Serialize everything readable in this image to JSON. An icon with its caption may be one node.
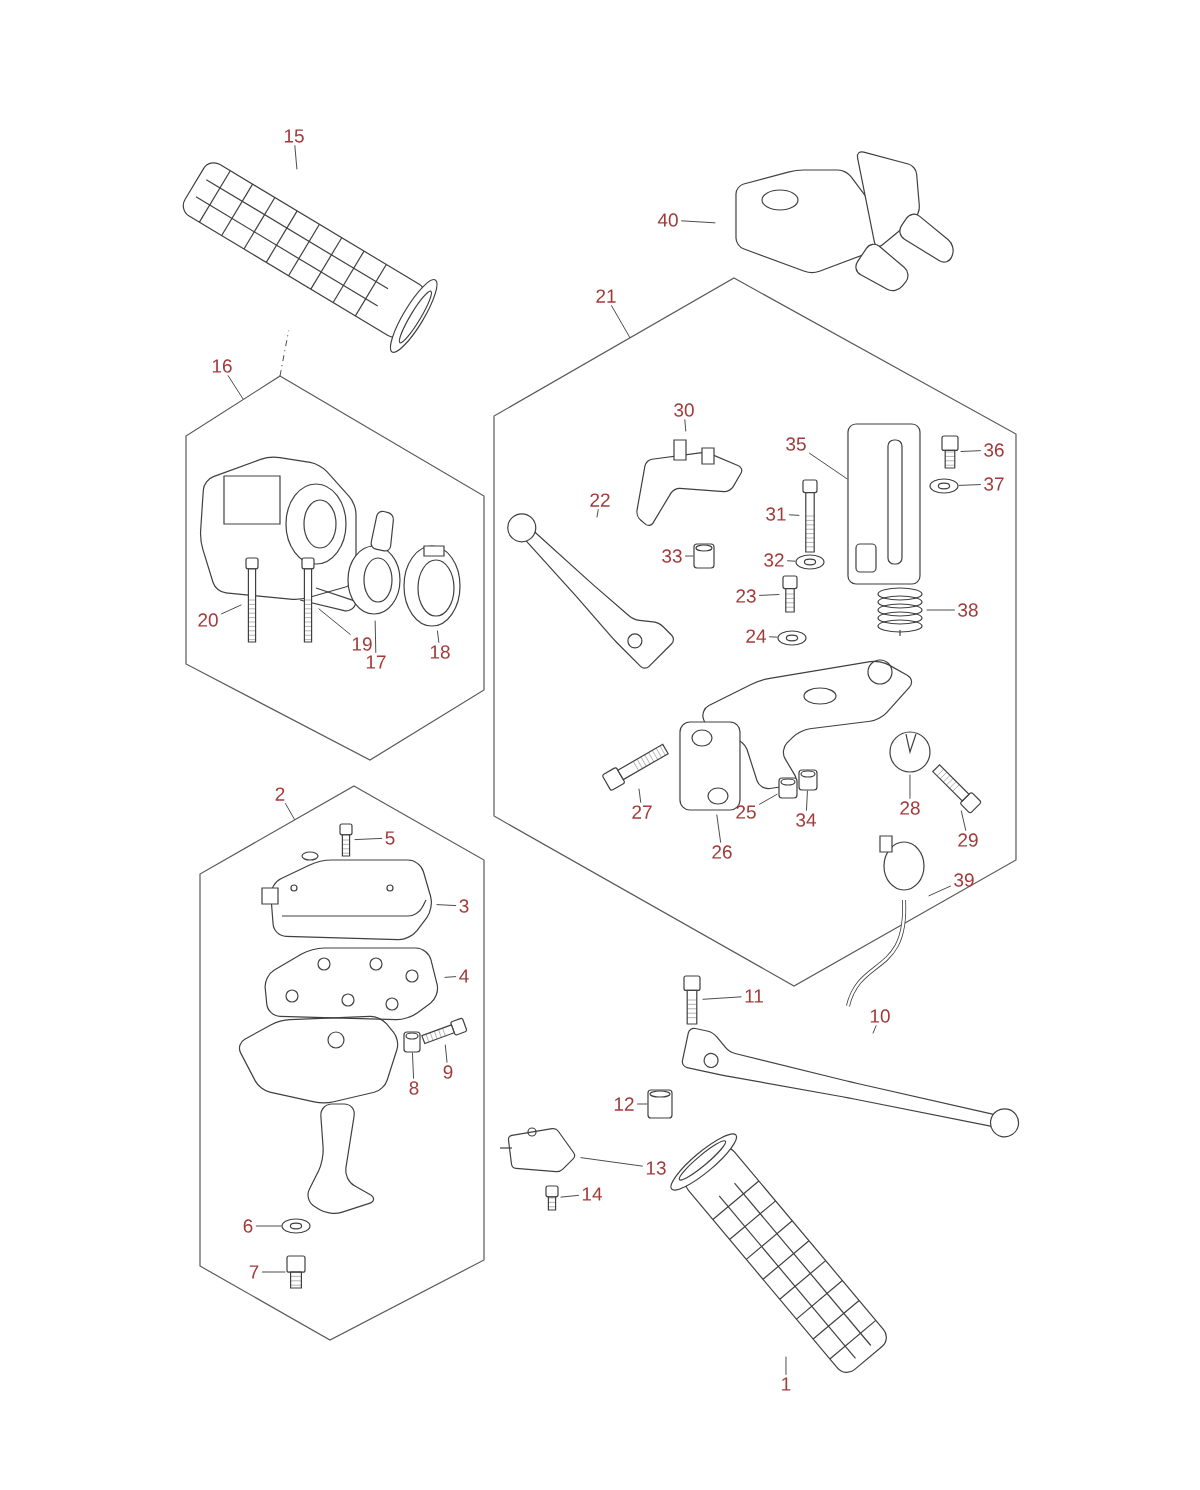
{
  "diagram": {
    "nodes": [
      {
        "text": [],
        "shape": "hexagon"
      },
      {
        "text": [],
        "shape": "hexagon"
      },
      {
        "text": [],
        "shape": "hexagon"
      },
      {
        "text": [
          "15"
        ]
      },
      {
        "text": [],
        "shape": "picture"
      },
      {
        "text": [
          "40"
        ]
      },
      {
        "text": [],
        "shape": "picture"
      },
      {
        "text": [
          "21"
        ]
      },
      {
        "text": [
          "16"
        ]
      },
      {
        "text": [
          "30"
        ],
        "in": 1
      },
      {
        "text": [],
        "shape": "picture",
        "in": 1
      },
      {
        "text": [
          "35"
        ],
        "in": 1
      },
      {
        "text": [],
        "shape": "picture",
        "in": 1
      },
      {
        "text": [
          "36"
        ],
        "in": 1
      },
      {
        "text": [],
        "shape": "picture",
        "in": 1
      },
      {
        "text": [
          "37"
        ],
        "in": 1
      },
      {
        "text": [],
        "shape": "picture",
        "in": 1
      },
      {
        "text": [
          "31"
        ],
        "in": 1
      },
      {
        "text": [],
        "shape": "picture",
        "in": 1
      },
      {
        "text": [
          "22"
        ],
        "in": 1
      },
      {
        "text": [],
        "shape": "picture",
        "in": 1
      },
      {
        "text": [
          "32"
        ],
        "in": 1
      },
      {
        "text": [],
        "shape": "picture",
        "in": 1
      },
      {
        "text": [
          "33"
        ],
        "in": 1
      },
      {
        "text": [],
        "shape": "picture",
        "in": 1
      },
      {
        "text": [
          "23"
        ],
        "in": 1
      },
      {
        "text": [],
        "shape": "picture",
        "in": 1
      },
      {
        "text": [
          "38"
        ],
        "in": 1
      },
      {
        "text": [],
        "shape": "picture",
        "in": 1
      },
      {
        "text": [
          "20"
        ],
        "in": 0
      },
      {
        "text": [],
        "shape": "picture",
        "in": 0
      },
      {
        "text": [
          "19"
        ],
        "in": 0
      },
      {
        "text": [],
        "shape": "picture",
        "in": 0
      },
      {
        "text": [
          "17"
        ],
        "in": 0
      },
      {
        "text": [],
        "shape": "picture",
        "in": 0
      },
      {
        "text": [
          "18"
        ],
        "in": 0
      },
      {
        "text": [],
        "shape": "picture",
        "in": 0
      },
      {
        "text": [
          "24"
        ],
        "in": 1
      },
      {
        "text": [],
        "shape": "picture",
        "in": 1
      },
      {
        "text": [
          "2"
        ]
      },
      {
        "text": [
          "28"
        ],
        "in": 1
      },
      {
        "text": [],
        "shape": "picture",
        "in": 1
      },
      {
        "text": [
          "27"
        ],
        "in": 1
      },
      {
        "text": [],
        "shape": "picture",
        "in": 1
      },
      {
        "text": [
          "25"
        ],
        "in": 1
      },
      {
        "text": [],
        "shape": "picture",
        "in": 1
      },
      {
        "text": [
          "34"
        ],
        "in": 1
      },
      {
        "text": [],
        "shape": "picture",
        "in": 1
      },
      {
        "text": [
          "5"
        ],
        "in": 2
      },
      {
        "text": [],
        "shape": "picture",
        "in": 2
      },
      {
        "text": [
          "29"
        ],
        "in": 1
      },
      {
        "text": [],
        "shape": "picture",
        "in": 1
      },
      {
        "text": [
          "26"
        ],
        "in": 1
      },
      {
        "text": [],
        "shape": "picture",
        "in": 1
      },
      {
        "text": [
          "39"
        ],
        "in": 1
      },
      {
        "text": [],
        "shape": "picture",
        "in": 1
      },
      {
        "text": [
          "3"
        ],
        "in": 2
      },
      {
        "text": [],
        "shape": "picture",
        "in": 2
      },
      {
        "text": [
          "4"
        ],
        "in": 2
      },
      {
        "text": [],
        "shape": "picture",
        "in": 2
      },
      {
        "text": [
          "11"
        ]
      },
      {
        "text": [],
        "shape": "picture"
      },
      {
        "text": [
          "10"
        ]
      },
      {
        "text": [],
        "shape": "picture"
      },
      {
        "text": [
          "9"
        ],
        "in": 2
      },
      {
        "text": [],
        "shape": "picture",
        "in": 2
      },
      {
        "text": [
          "8"
        ],
        "in": 2
      },
      {
        "text": [],
        "shape": "picture",
        "in": 2
      },
      {
        "text": [
          "12"
        ]
      },
      {
        "text": [],
        "shape": "picture"
      },
      {
        "text": [
          "13"
        ]
      },
      {
        "text": [],
        "shape": "picture"
      },
      {
        "text": [
          "14"
        ]
      },
      {
        "text": [],
        "shape": "picture"
      },
      {
        "text": [
          "6"
        ],
        "in": 2
      },
      {
        "text": [],
        "shape": "picture",
        "in": 2
      },
      {
        "text": [
          "7"
        ],
        "in": 2
      },
      {
        "text": [],
        "shape": "picture",
        "in": 2
      },
      {
        "text": [
          "1"
        ]
      },
      {
        "text": [],
        "shape": "picture"
      }
    ],
    "edges": [
      {
        "from": 3,
        "to": 4,
        "arrow": "none"
      },
      {
        "from": 5,
        "to": 6,
        "arrow": "none"
      },
      {
        "from": 7,
        "to": 1,
        "arrow": "none"
      },
      {
        "from": 8,
        "to": 0,
        "arrow": "none"
      },
      {
        "from": 0,
        "to": 4,
        "arrow": "none",
        "style": "dashed"
      },
      {
        "from": 9,
        "to": 10,
        "arrow": "none"
      },
      {
        "from": 11,
        "to": 12,
        "arrow": "none"
      },
      {
        "from": 13,
        "to": 14,
        "arrow": "none"
      },
      {
        "from": 15,
        "to": 16,
        "arrow": "none"
      },
      {
        "from": 17,
        "to": 18,
        "arrow": "none"
      },
      {
        "from": 19,
        "to": 20,
        "arrow": "none"
      },
      {
        "from": 21,
        "to": 22,
        "arrow": "none"
      },
      {
        "from": 23,
        "to": 24,
        "arrow": "none"
      },
      {
        "from": 25,
        "to": 26,
        "arrow": "none"
      },
      {
        "from": 27,
        "to": 28,
        "arrow": "none"
      },
      {
        "from": 29,
        "to": 30,
        "arrow": "none"
      },
      {
        "from": 31,
        "to": 32,
        "arrow": "none"
      },
      {
        "from": 33,
        "to": 34,
        "arrow": "none"
      },
      {
        "from": 35,
        "to": 36,
        "arrow": "none"
      },
      {
        "from": 37,
        "to": 38,
        "arrow": "none"
      },
      {
        "from": 39,
        "to": 2,
        "arrow": "none"
      },
      {
        "from": 40,
        "to": 41,
        "arrow": "none"
      },
      {
        "from": 42,
        "to": 43,
        "arrow": "none"
      },
      {
        "from": 44,
        "to": 45,
        "arrow": "none"
      },
      {
        "from": 46,
        "to": 47,
        "arrow": "none"
      },
      {
        "from": 48,
        "to": 49,
        "arrow": "none"
      },
      {
        "from": 50,
        "to": 51,
        "arrow": "none"
      },
      {
        "from": 52,
        "to": 53,
        "arrow": "none"
      },
      {
        "from": 54,
        "to": 55,
        "arrow": "none"
      },
      {
        "from": 56,
        "to": 57,
        "arrow": "none"
      },
      {
        "from": 58,
        "to": 59,
        "arrow": "none"
      },
      {
        "from": 60,
        "to": 61,
        "arrow": "none"
      },
      {
        "from": 62,
        "to": 63,
        "arrow": "none"
      },
      {
        "from": 64,
        "to": 65,
        "arrow": "none"
      },
      {
        "from": 66,
        "to": 67,
        "arrow": "none"
      },
      {
        "from": 68,
        "to": 69,
        "arrow": "none"
      },
      {
        "from": 70,
        "to": 71,
        "arrow": "none"
      },
      {
        "from": 72,
        "to": 73,
        "arrow": "none"
      },
      {
        "from": 74,
        "to": 75,
        "arrow": "none"
      },
      {
        "from": 76,
        "to": 77,
        "arrow": "none"
      },
      {
        "from": 78,
        "to": 79,
        "arrow": "none"
      }
    ]
  }
}
